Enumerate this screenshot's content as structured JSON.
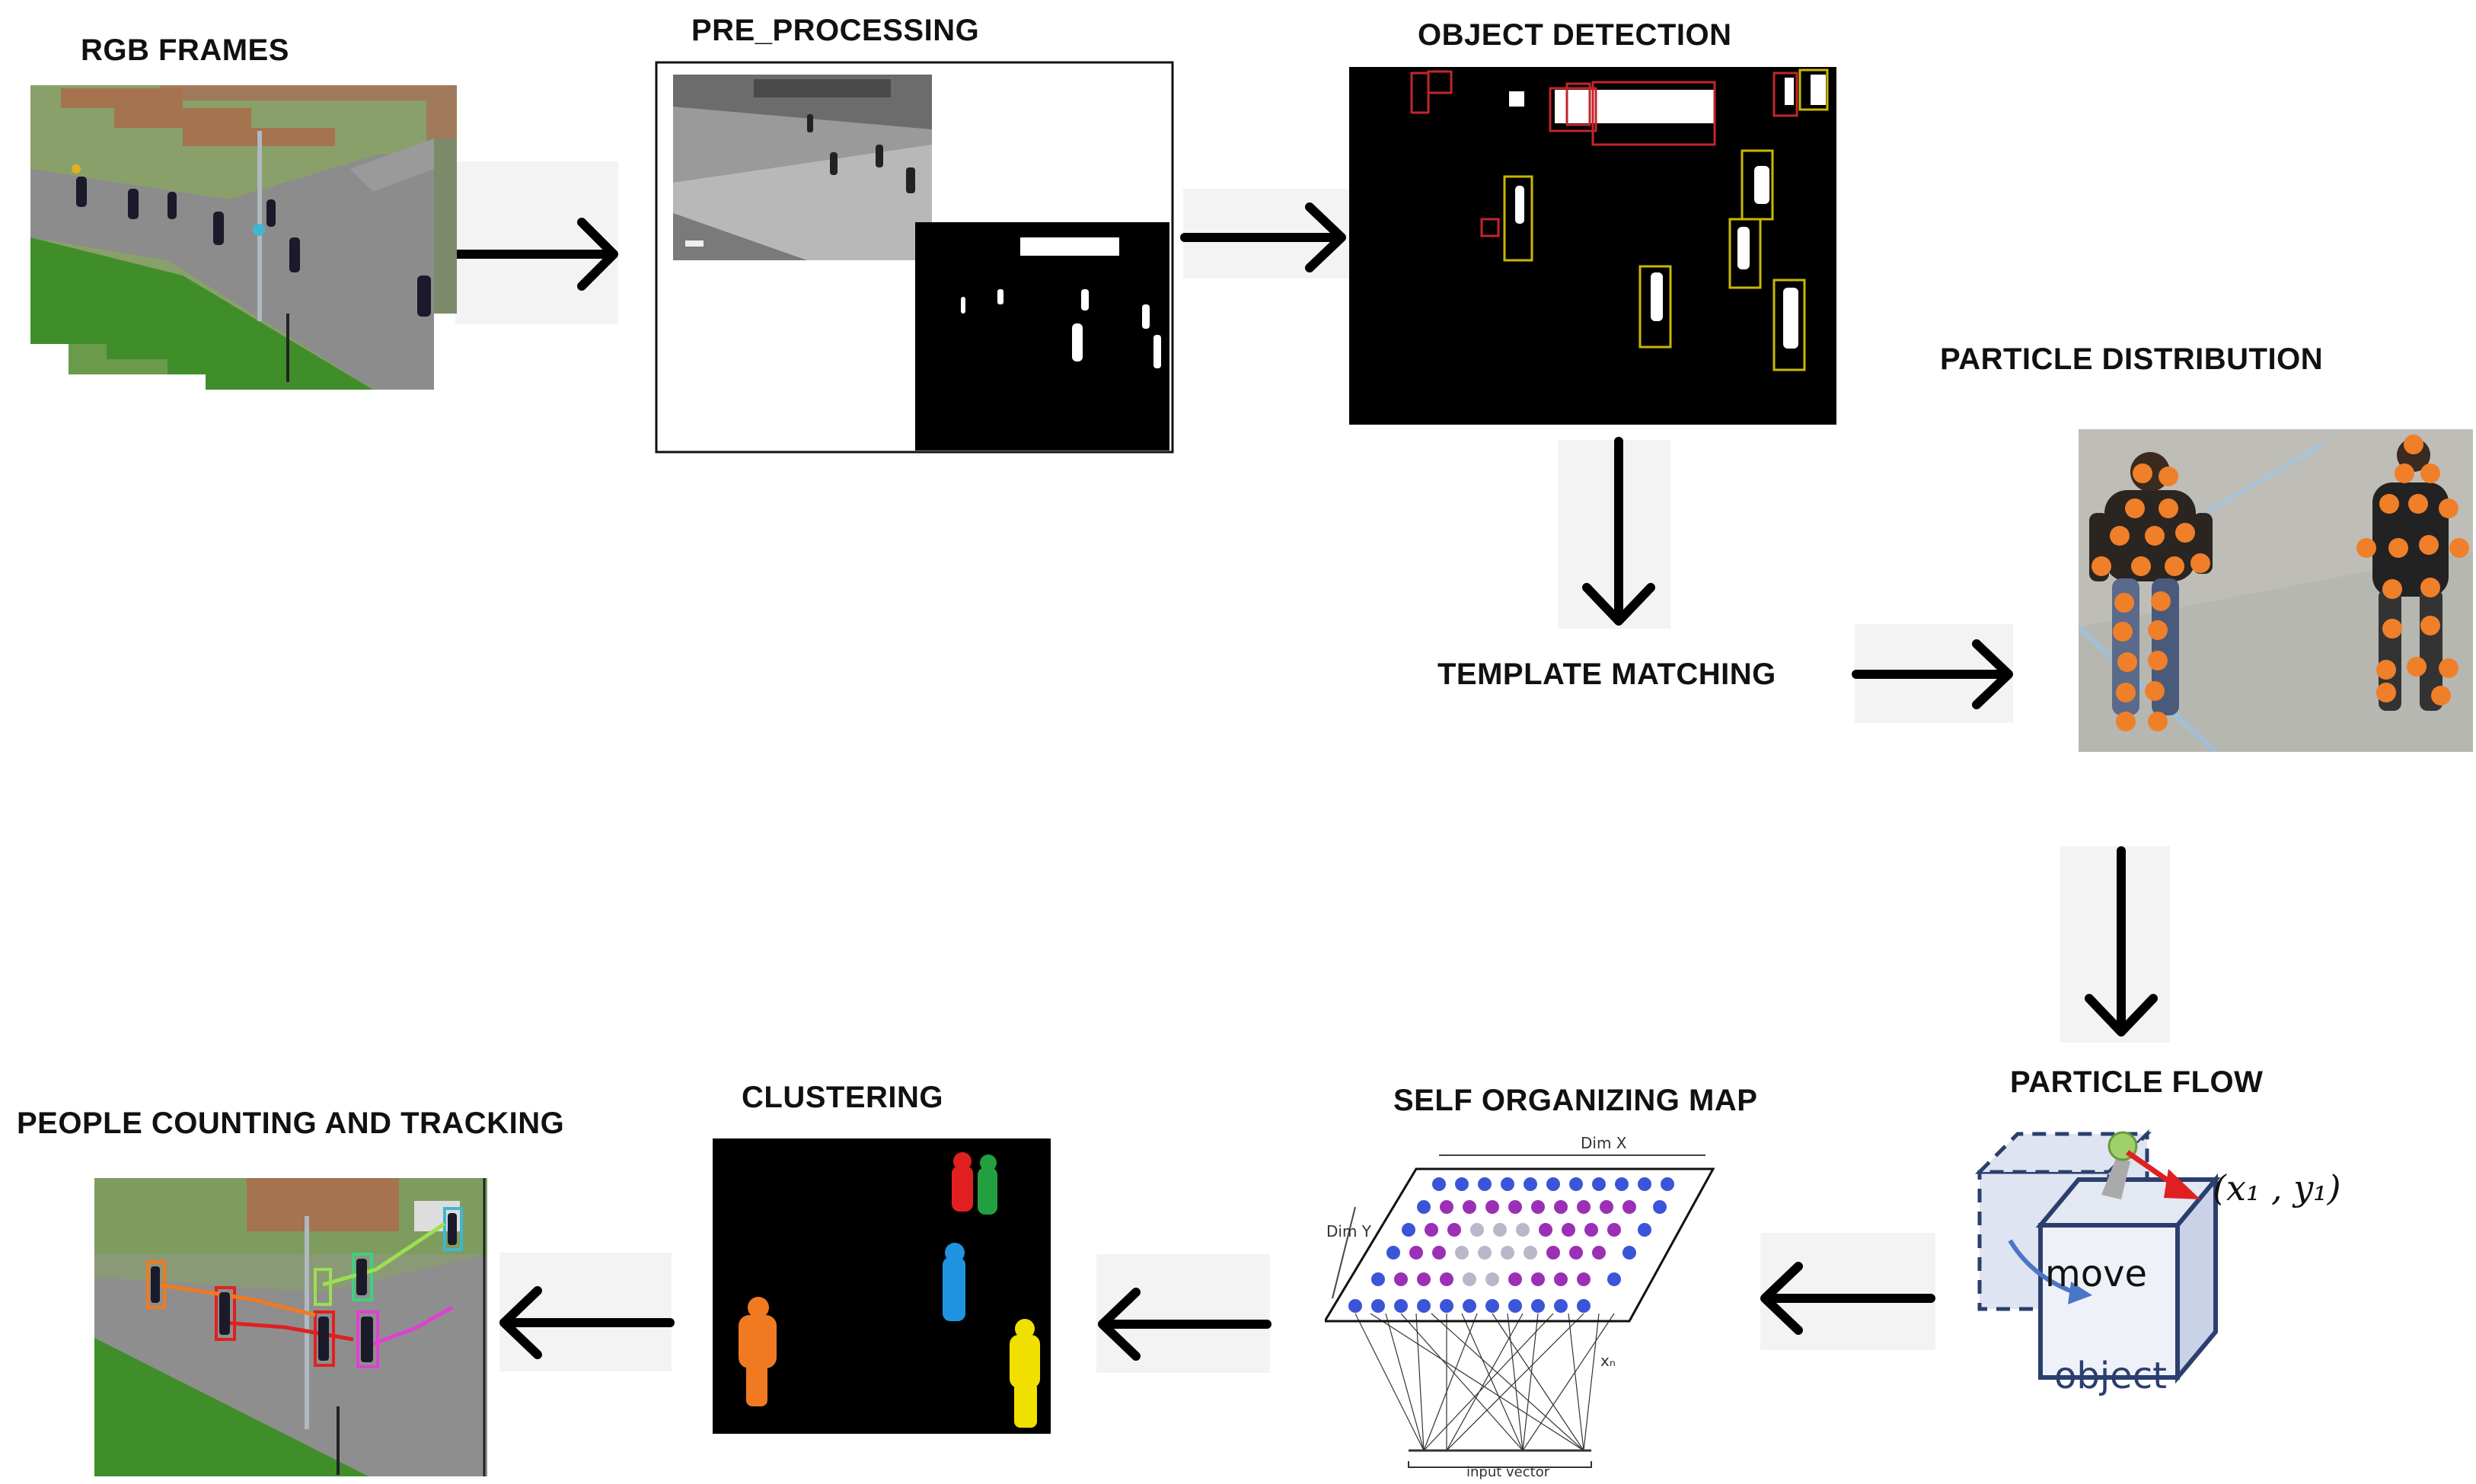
{
  "steps": {
    "rgb_frames": "RGB FRAMES",
    "pre_processing": "PRE_PROCESSING",
    "object_detection": "OBJECT DETECTION",
    "particle_distribution": "PARTICLE DISTRIBUTION",
    "template_matching": "TEMPLATE MATCHING",
    "particle_flow": "PARTICLE FLOW",
    "self_organizing_map": "SELF ORGANIZING MAP",
    "clustering": "CLUSTERING",
    "people_counting": "PEOPLE COUNTING AND TRACKING"
  },
  "particle_flow_figure": {
    "move_text": "move",
    "object_text": "object",
    "coord_text": "(x₁ , y₁)"
  },
  "som_figure": {
    "dim_x": "Dim X",
    "dim_y": "Dim Y",
    "xn": "xₙ",
    "input_vector": "input vector"
  },
  "colors": {
    "arrow": "#000000",
    "detection_red": "#c0262b",
    "detection_yellow": "#c9b700",
    "particle_orange": "#f07f2a",
    "som_blue": "#3b55d8",
    "som_purple": "#9b2fb5",
    "cluster_red": "#e02020",
    "cluster_green": "#22a040",
    "cluster_blue": "#1f93e0",
    "cluster_orange": "#f07a22",
    "cluster_yellow": "#f0e000"
  }
}
